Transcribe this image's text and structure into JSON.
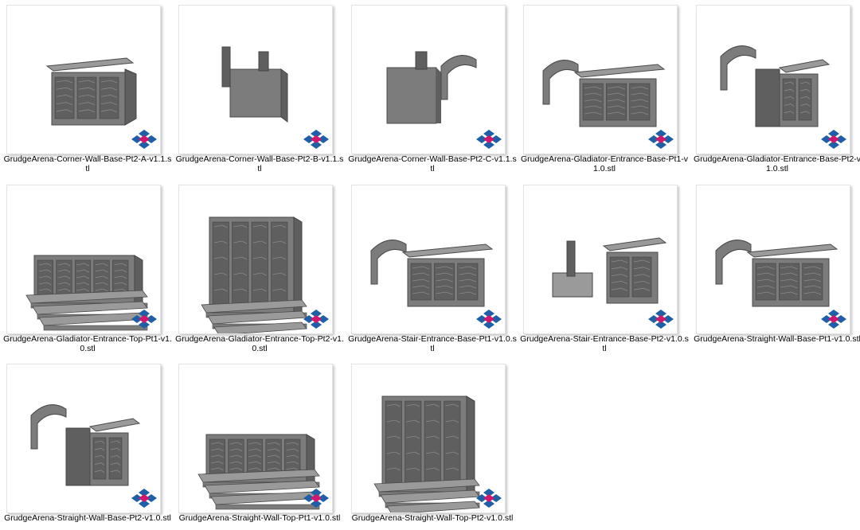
{
  "files": [
    {
      "name": "GrudgeArena-Corner-Wall-Base-Pt2-A-v1.1.stl",
      "model": "corner-a"
    },
    {
      "name": "GrudgeArena-Corner-Wall-Base-Pt2-B-v1.1.stl",
      "model": "corner-b"
    },
    {
      "name": "GrudgeArena-Corner-Wall-Base-Pt2-C-v1.1.stl",
      "model": "corner-c"
    },
    {
      "name": "GrudgeArena-Gladiator-Entrance-Base-Pt1-v1.0.stl",
      "model": "entrance-pt1"
    },
    {
      "name": "GrudgeArena-Gladiator-Entrance-Base-Pt2-v1.0.stl",
      "model": "entrance-pt2"
    },
    {
      "name": "GrudgeArena-Gladiator-Entrance-Top-Pt1-v1.0.stl",
      "model": "steps-wide"
    },
    {
      "name": "GrudgeArena-Gladiator-Entrance-Top-Pt2-v1.0.stl",
      "model": "steps-tall"
    },
    {
      "name": "GrudgeArena-Stair-Entrance-Base-Pt1-v1.0.stl",
      "model": "entrance-pt1"
    },
    {
      "name": "GrudgeArena-Stair-Entrance-Base-Pt2-v1.0.stl",
      "model": "stair-pt2"
    },
    {
      "name": "GrudgeArena-Straight-Wall-Base-Pt1-v1.0.stl",
      "model": "entrance-pt1"
    },
    {
      "name": "GrudgeArena-Straight-Wall-Base-Pt2-v1.0.stl",
      "model": "entrance-pt2"
    },
    {
      "name": "GrudgeArena-Straight-Wall-Top-Pt1-v1.0.stl",
      "model": "steps-wide"
    },
    {
      "name": "GrudgeArena-Straight-Wall-Top-Pt2-v1.0.stl",
      "model": "steps-tall"
    }
  ],
  "icons": {
    "file_badge": "stl-file-type-icon",
    "thumbnail": "3d-model-thumbnail"
  },
  "colors": {
    "model_dark": "#5f5f5f",
    "model_mid": "#7c7c7c",
    "model_light": "#9a9a9a",
    "badge_blue": "#1e5fa8",
    "badge_magenta": "#d0186e"
  }
}
